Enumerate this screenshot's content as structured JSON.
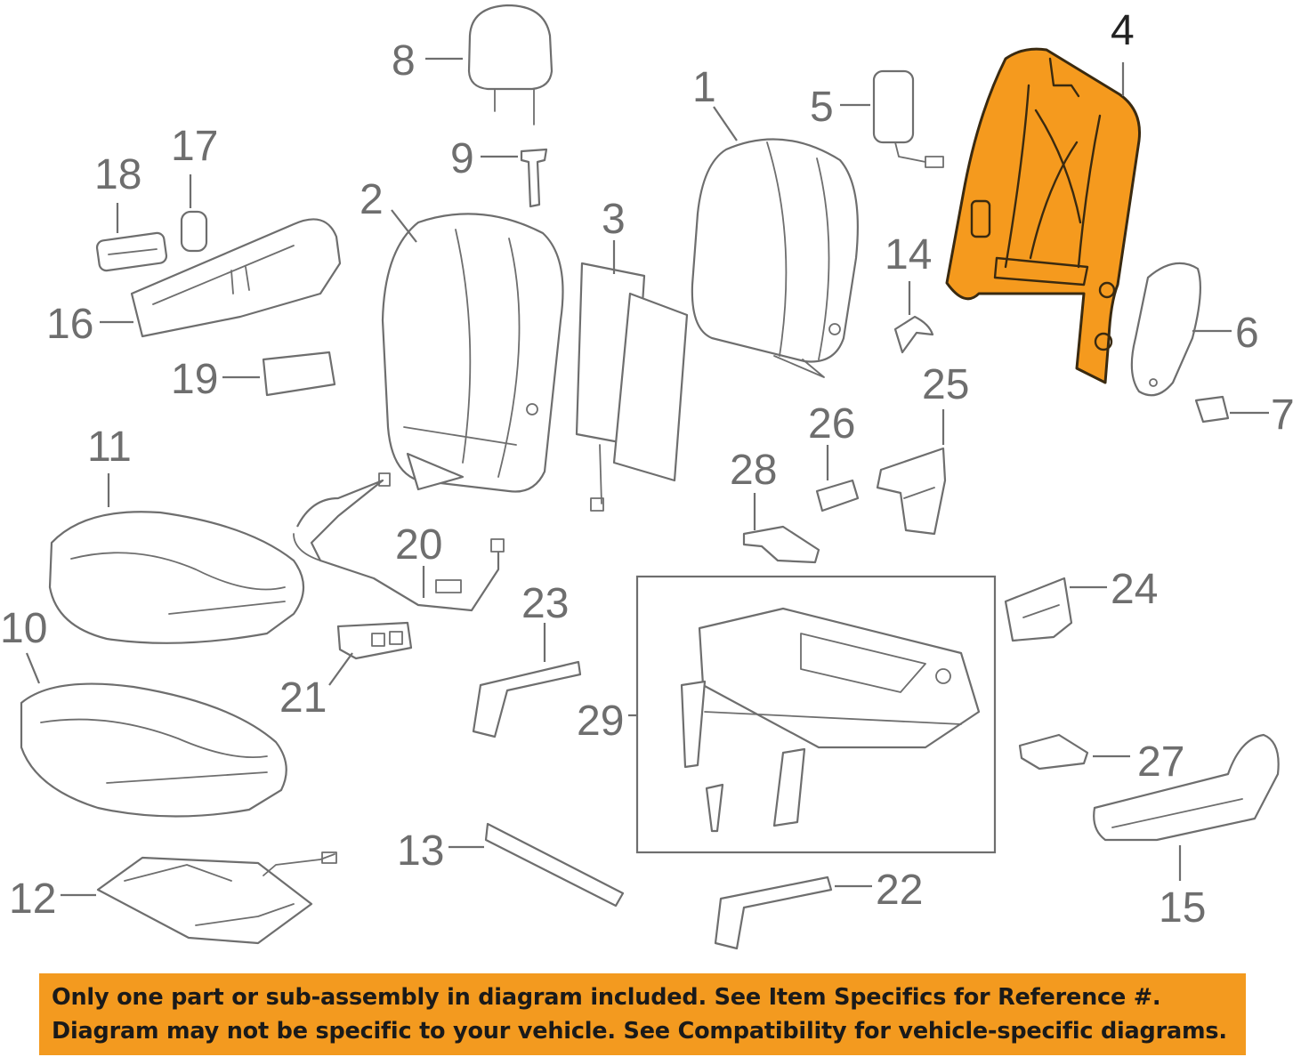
{
  "colors": {
    "highlight": "#f59a1e",
    "line": "#6e6e6e",
    "banner_bg": "#f39a1f",
    "banner_text": "#1a1a1a"
  },
  "highlighted_part": "4",
  "callouts": {
    "c1": "1",
    "c2": "2",
    "c3": "3",
    "c4": "4",
    "c5": "5",
    "c6": "6",
    "c7": "7",
    "c8": "8",
    "c9": "9",
    "c10": "10",
    "c11": "11",
    "c12": "12",
    "c13": "13",
    "c14": "14",
    "c15": "15",
    "c16": "16",
    "c17": "17",
    "c18": "18",
    "c19": "19",
    "c20": "20",
    "c21": "21",
    "c22": "22",
    "c23": "23",
    "c24": "24",
    "c25": "25",
    "c26": "26",
    "c27": "27",
    "c28": "28",
    "c29": "29"
  },
  "banner": {
    "line1": "Only one part or sub-assembly in diagram included. See Item Specifics for Reference #.",
    "line2": "Diagram may not be specific to your vehicle. See Compatibility for vehicle-specific diagrams."
  }
}
